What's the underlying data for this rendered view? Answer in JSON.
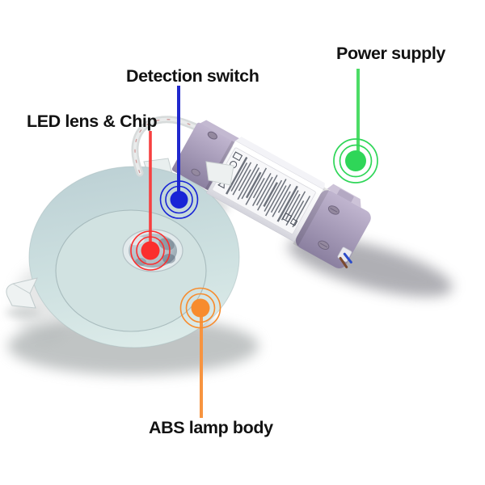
{
  "page": {
    "kind": "annotated-product-diagram",
    "subject": "Recessed LED downlight with external driver and feature callouts",
    "background_color": "#ffffff"
  },
  "callouts": [
    {
      "id": "led-lens-chip",
      "label": "LED lens & Chip",
      "color": "#fb2e2e",
      "line_color": "#f74040"
    },
    {
      "id": "detection-switch",
      "label": "Detection switch",
      "color": "#1824d6",
      "line_color": "#2028cd"
    },
    {
      "id": "power-supply",
      "label": "Power supply",
      "color": "#2fd658",
      "line_color": "#4cdc66"
    },
    {
      "id": "abs-lamp-body",
      "label": "ABS lamp body",
      "color": "#f78c2e",
      "line_color": "#f79440"
    }
  ],
  "product": {
    "panel_color": "#cfe0e1",
    "driver_body_color": "#f4f4f7",
    "driver_cap_color": "#a79bb8",
    "lens_color": "#97a6b0",
    "cable_color": "#d8dcdc"
  }
}
